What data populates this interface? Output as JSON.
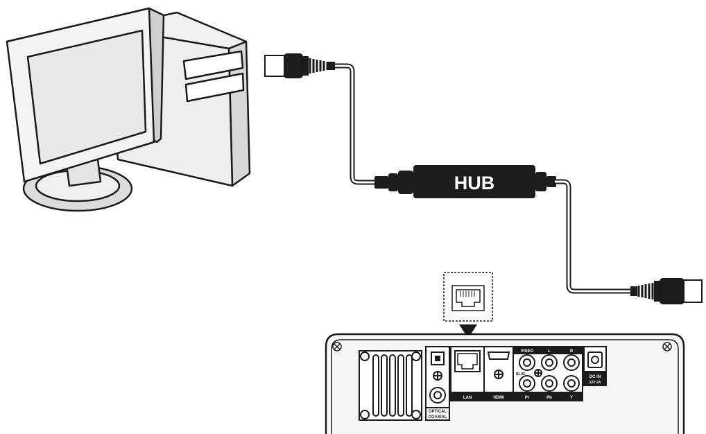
{
  "hub": {
    "label": "HUB"
  },
  "device": {
    "ports": {
      "optical_top": "OPTICAL",
      "optical_bottom": "COAXIAL",
      "lan": "LAN",
      "hdmi": "HDMI",
      "video": "VIDEO",
      "audio_l": "L",
      "audio_r": "R",
      "rca_blue": "BLUE",
      "pr": "Pr",
      "pb": "Pb",
      "y": "Y",
      "dc_in": "DC IN",
      "dc_spec": "12V 2A"
    }
  },
  "colors": {
    "line": "#1a1a1a",
    "hub_fill": "#1c1c1c",
    "monitor_screen": "#e9e9e9",
    "body_fill": "#f7f7f7"
  }
}
